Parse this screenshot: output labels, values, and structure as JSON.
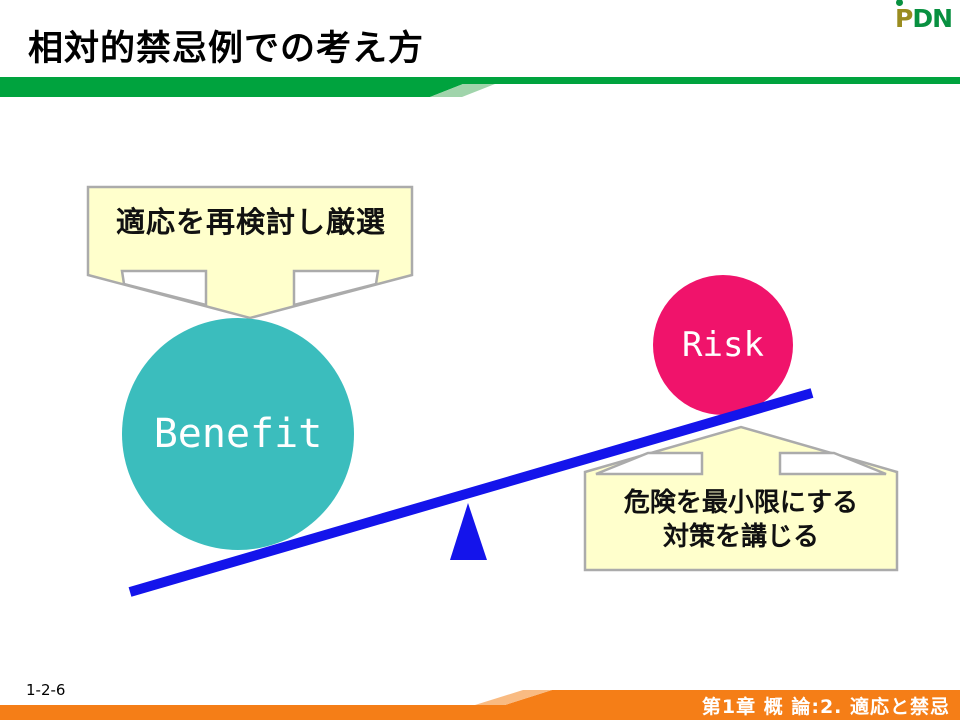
{
  "slide": {
    "title": "相対的禁忌例での考え方",
    "page_number": "1-2-6",
    "footer_chapter": "第1章 概 論:2. 適応と禁忌"
  },
  "logo": {
    "p": "P",
    "dn": "DN"
  },
  "diagram": {
    "benefit": {
      "label": "Benefit"
    },
    "risk": {
      "label": "Risk"
    },
    "callout_benefit": {
      "text": "適応を再検討し厳選"
    },
    "callout_risk": {
      "line1": "危険を最小限にする",
      "line2": "対策を講じる"
    }
  },
  "colors": {
    "benefit_circle": "#3BBDBD",
    "risk_circle": "#F0136B",
    "beam_blue": "#1414EB",
    "fulcrum_blue": "#1414EB",
    "callout_fill": "#FFFFCC",
    "callout_border": "#ABABAB",
    "bar_green": "#00A33E",
    "bar_green_light": "#A0D4AB",
    "footer_orange": "#F57E17",
    "footer_orange_light": "#F9BB82"
  }
}
